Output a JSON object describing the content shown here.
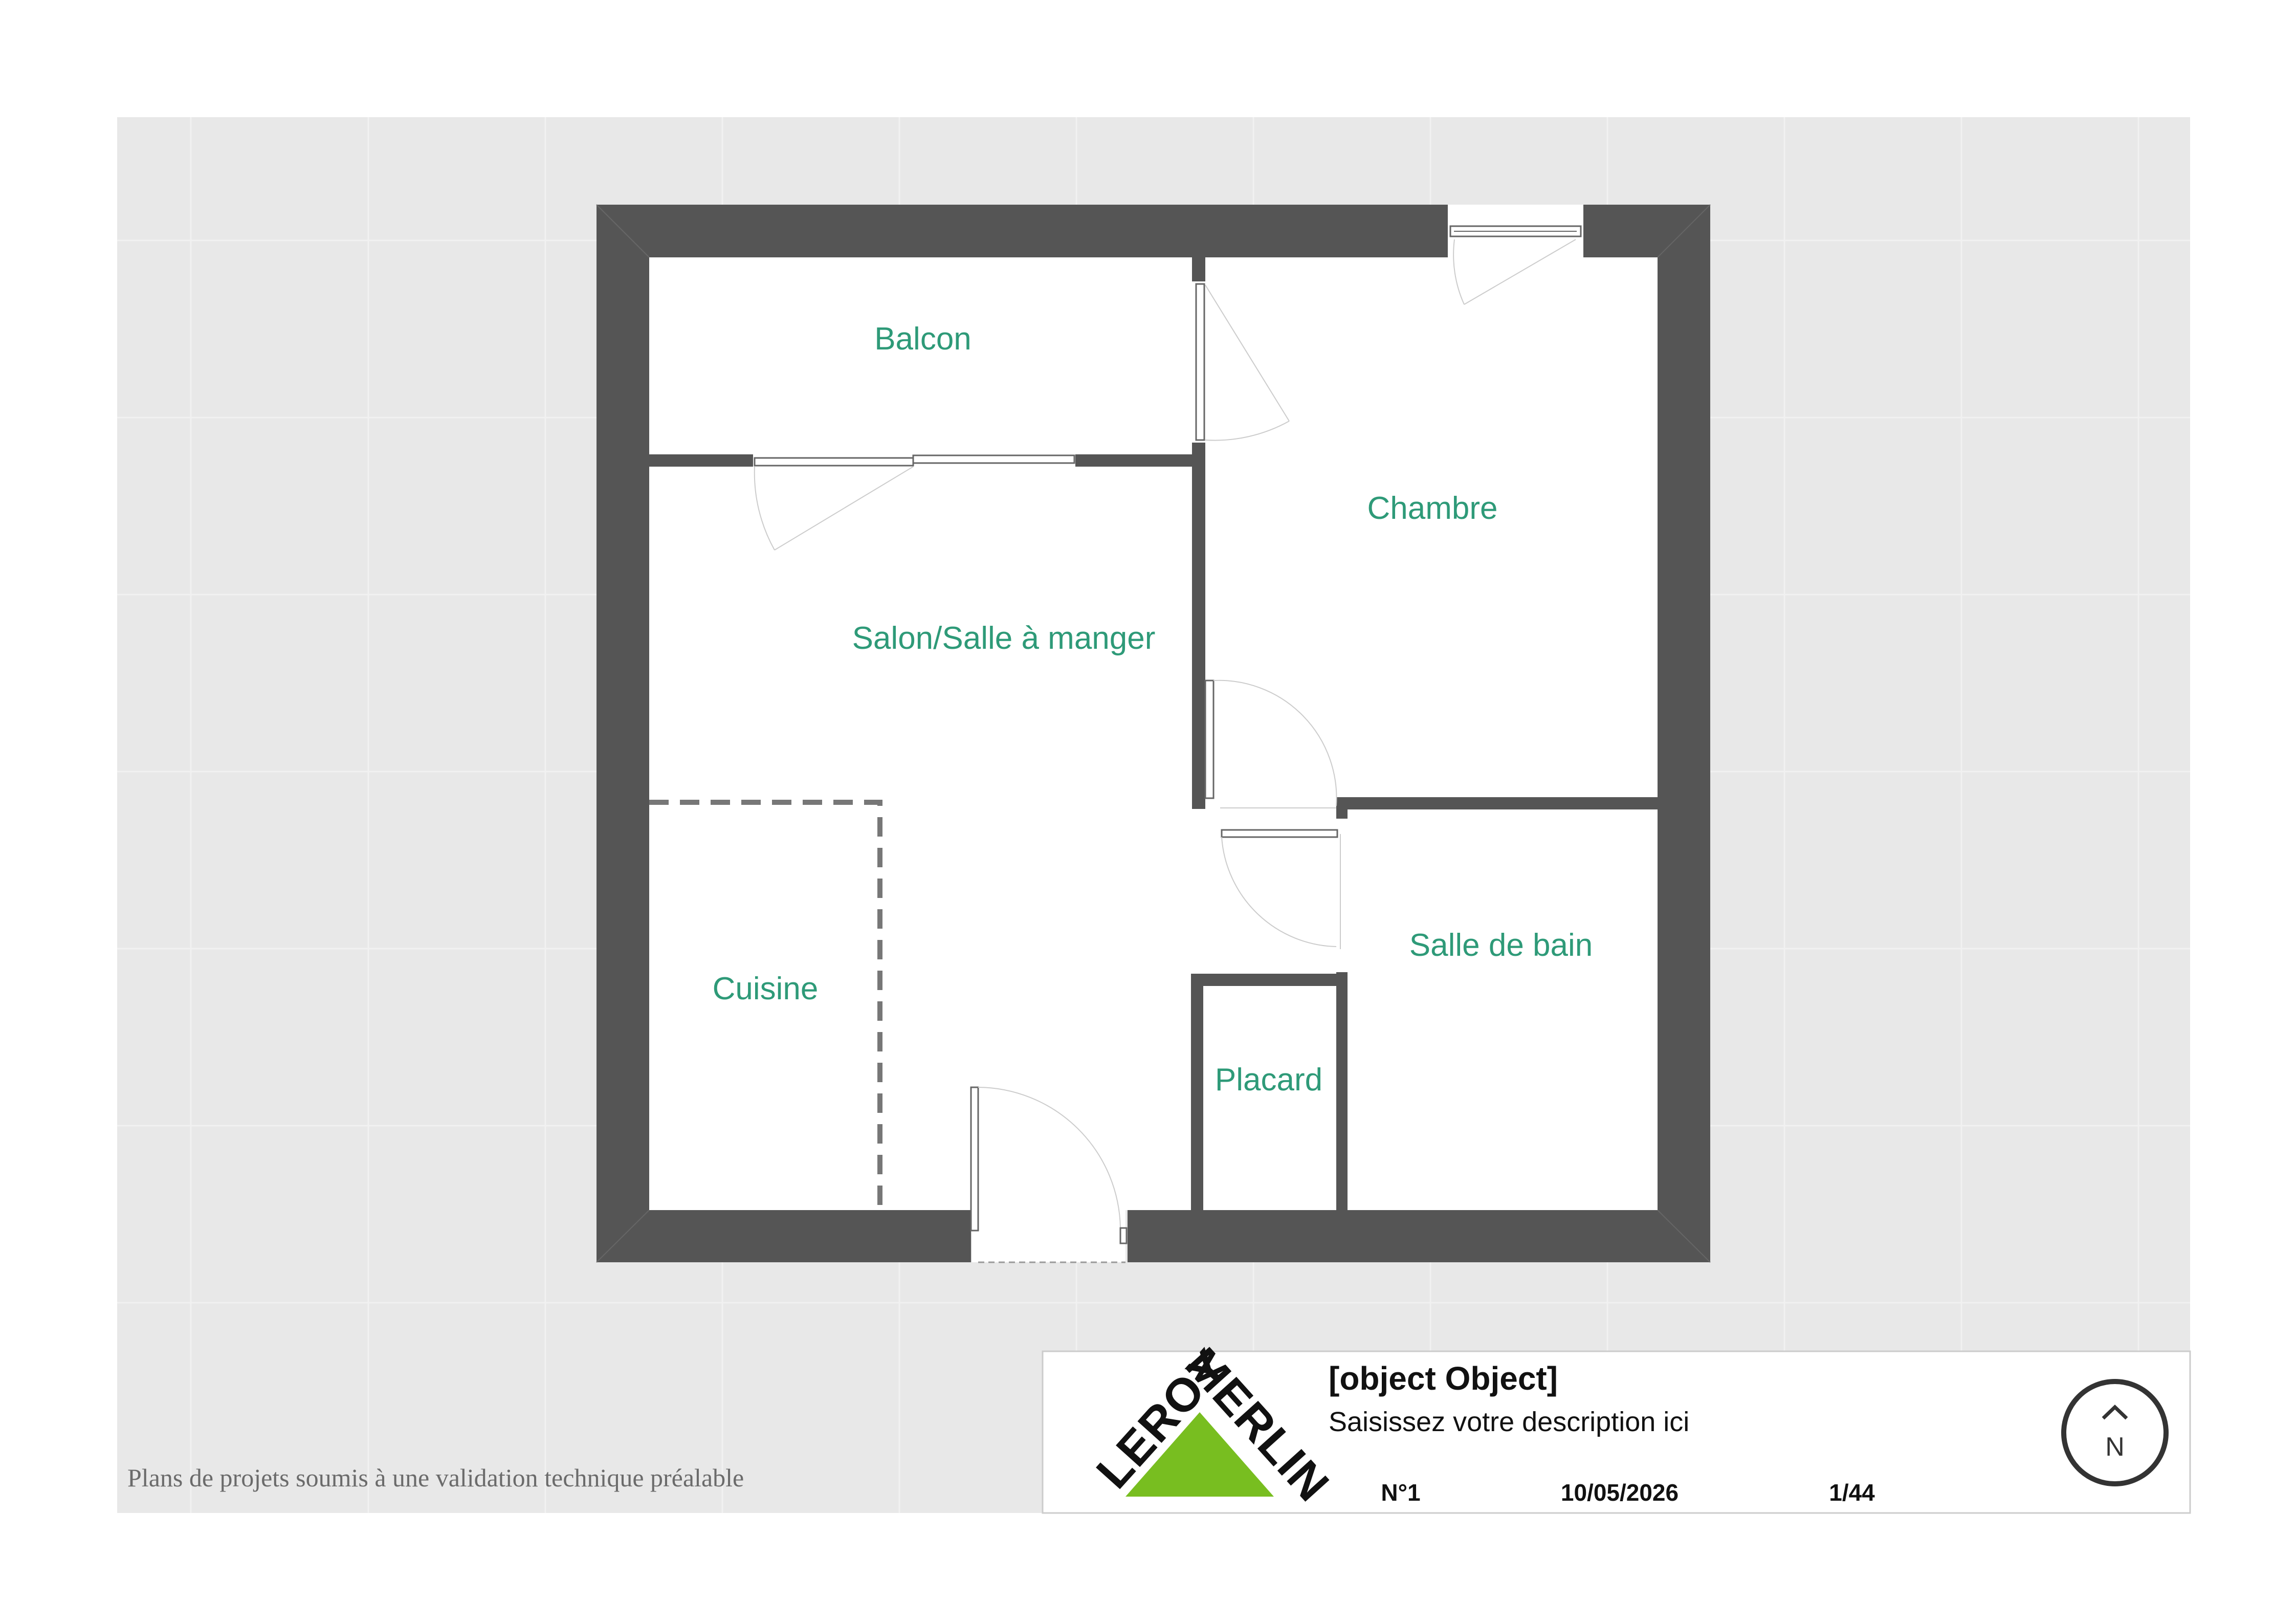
{
  "rooms": {
    "balcon": "Balcon",
    "chambre": "Chambre",
    "salon": "Salon/Salle à manger",
    "cuisine": "Cuisine",
    "salle_de_bain": "Salle de bain",
    "placard": "Placard"
  },
  "disclaimer": "Plans de projets soumis à une validation technique préalable",
  "title_block": {
    "title": "[object Object]",
    "description": "Saisissez votre description ici",
    "number": "N°1",
    "date": "10/05/2026",
    "page": "1/44",
    "north": "N"
  },
  "logo": {
    "text": "LEROY MERLIN",
    "brand_color": "#78be20"
  },
  "colors": {
    "wall": "#555555",
    "room_label": "#2e9a78",
    "background_grid": "#e8e8e8"
  }
}
